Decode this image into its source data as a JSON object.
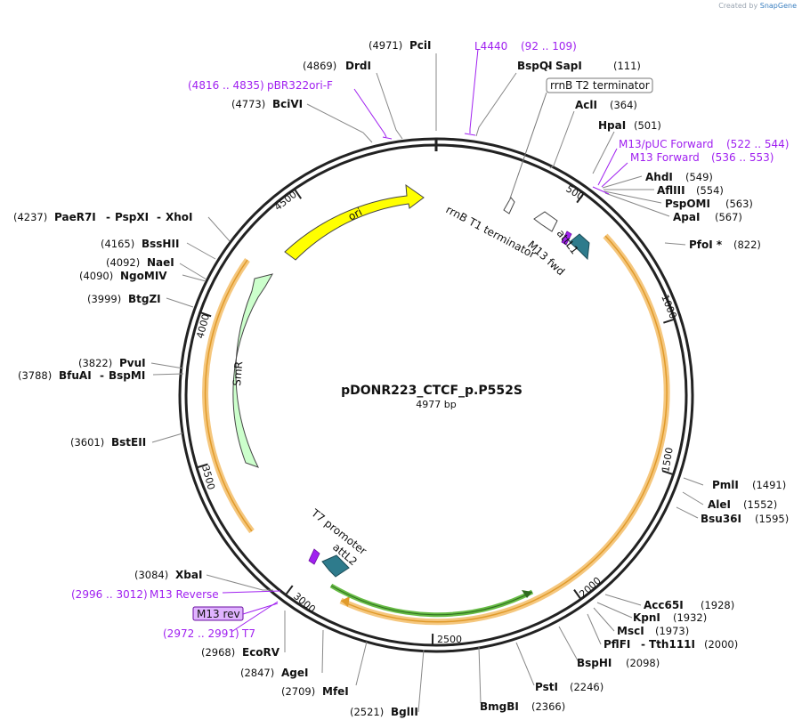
{
  "credit": {
    "prefix": "Created by",
    "brand": "SnapGene"
  },
  "plasmid": {
    "name": "pDONR223_CTCF_p.P552S",
    "length_label": "4977 bp",
    "length": 4977
  },
  "ticks": [
    "500",
    "1000",
    "1500",
    "2000",
    "2500",
    "3000",
    "3500",
    "4000",
    "4500"
  ],
  "sites": [
    {
      "name": "PciI",
      "pos": "(4971)"
    },
    {
      "name": "DrdI",
      "pos": "(4869)"
    },
    {
      "name": "BciVI",
      "pos": "(4773)"
    },
    {
      "name": "BspQI",
      "name2": "SapI",
      "pos": "(111)"
    },
    {
      "name": "AclI",
      "pos": "(364)"
    },
    {
      "name": "HpaI",
      "pos": "(501)"
    },
    {
      "name": "AhdI",
      "pos": "(549)"
    },
    {
      "name": "AflIII",
      "pos": "(554)"
    },
    {
      "name": "PspOMI",
      "pos": "(563)"
    },
    {
      "name": "ApaI",
      "pos": "(567)"
    },
    {
      "name": "PfoI *",
      "pos": "(822)"
    },
    {
      "name": "PmlI",
      "pos": "(1491)"
    },
    {
      "name": "AleI",
      "pos": "(1552)"
    },
    {
      "name": "Bsu36I",
      "pos": "(1595)"
    },
    {
      "name": "Acc65I",
      "pos": "(1928)"
    },
    {
      "name": "KpnI",
      "pos": "(1932)"
    },
    {
      "name": "MscI",
      "pos": "(1973)"
    },
    {
      "name": "PflFI",
      "name2": "Tth111I",
      "pos": "(2000)"
    },
    {
      "name": "BspHI",
      "pos": "(2098)"
    },
    {
      "name": "PstI",
      "pos": "(2246)"
    },
    {
      "name": "BmgBI",
      "pos": "(2366)"
    },
    {
      "name": "BglII",
      "pos": "(2521)"
    },
    {
      "name": "MfeI",
      "pos": "(2709)"
    },
    {
      "name": "AgeI",
      "pos": "(2847)"
    },
    {
      "name": "EcoRV",
      "pos": "(2968)"
    },
    {
      "name": "XbaI",
      "pos": "(3084)"
    },
    {
      "name": "BstEII",
      "pos": "(3601)"
    },
    {
      "name": "BfuAI",
      "name2": "BspMI",
      "pos": "(3788)"
    },
    {
      "name": "PvuI",
      "pos": "(3822)"
    },
    {
      "name": "BtgZI",
      "pos": "(3999)"
    },
    {
      "name": "NgoMIV",
      "pos": "(4090)"
    },
    {
      "name": "NaeI",
      "pos": "(4092)"
    },
    {
      "name": "BssHII",
      "pos": "(4165)"
    },
    {
      "name": "PaeR7I",
      "name2": "PspXI",
      "name3": "XhoI",
      "pos": "(4237)"
    }
  ],
  "primers": [
    {
      "name": "L4440",
      "range": "(92 .. 109)"
    },
    {
      "name": "pBR322ori-F",
      "range": "(4816 .. 4835)"
    },
    {
      "name": "M13/pUC Forward",
      "range": "(522 .. 544)"
    },
    {
      "name": "M13 Forward",
      "range": "(536 .. 553)"
    },
    {
      "name": "M13 Reverse",
      "range": "(2996 .. 3012)"
    },
    {
      "name": "T7",
      "range": "(2972 .. 2991)"
    }
  ],
  "features": {
    "rrnB_T2": "rrnB T2 terminator",
    "rrnB_T1": "rrnB T1 terminator",
    "ori": "ori",
    "SmR": "SmR",
    "attL1": "attL1",
    "M13_fwd": "M13 fwd",
    "T7_promoter": "T7 promoter",
    "attL2": "attL2",
    "M13_rev": "M13 rev"
  },
  "colors": {
    "backbone": "#222222",
    "ori": "#ffff00",
    "SmR": "#ccffcc",
    "insert_outline": "#f5c77e",
    "insert_line": "#e09a2a",
    "orf_green": "#66bb44",
    "att": "#2e7b8c",
    "primer": "#a020f0",
    "m13rev_box": "#e0b3ff"
  }
}
